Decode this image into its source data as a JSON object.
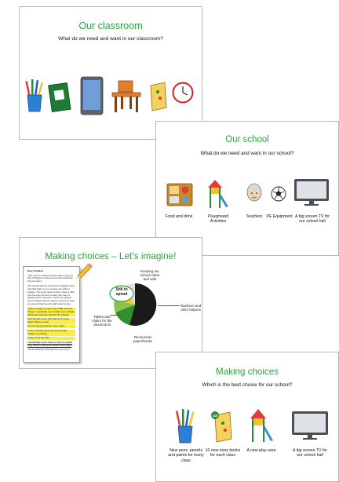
{
  "slide1": {
    "title": "Our classroom",
    "subtitle": "What do we need and want in our classroom?",
    "icons": [
      "pencil-pot-icon",
      "green-book-icon",
      "tablet-icon",
      "desk-chair-icon",
      "storybook-icon",
      "clock-icon"
    ]
  },
  "slide2": {
    "title": "Our school",
    "subtitle": "What do we need and want in our school?",
    "items": [
      {
        "label": "Food and drink",
        "icon": "lunchbox-icon"
      },
      {
        "label": "Playground Activities",
        "icon": "playground-icon"
      },
      {
        "label": "Teachers",
        "icon": "teacher-icon"
      },
      {
        "label": "PE Equipment",
        "icon": "football-icon"
      },
      {
        "label": "A big screen TV for our school hall",
        "icon": "tv-icon"
      }
    ]
  },
  "slide3": {
    "title": "Making choices – Let’s imagine!",
    "letter": [
      "Dear Children",
      "This year in school we have had to pay for lots of things to help you to learn and have fun at school.",
      "Our school does a count has a helpful extra and that helps me to ensure our school budget. The good news is that I have a little bit of money left and I need your help to decide how to spend it. There are always lots of things that we need in school as well as some things we all might want to buy.",
      "I have enough money to do ONE of these things. I would like you to help me to decide which we would be best for the school.",
      "New pencils, pens and paints for every class (There is one)",
      "10 new story books for every class",
      "A new soft play area (for the younger children in school)",
      "A big TV for the hall",
      "I would like each class to tell me which they think is the best choice and why?",
      "I look forward to hearing from you soon."
    ],
    "still_to_spend": "Still to spend",
    "pie": {
      "labels": [
        "Keeping our school clean and safe",
        "Teachers and other helpers",
        "Resources/ paper/books",
        "Tables and chairs for the classrooms"
      ],
      "colors": [
        "#1a1a1a",
        "#2f8f2f",
        "#8bc34a",
        "#f2cf2e",
        "#e0e0e0"
      ]
    }
  },
  "slide4": {
    "title": "Making choices",
    "subtitle": "Which is the best choice for our school?",
    "items": [
      {
        "label": "New pens, pencils and paints for every class",
        "icon": "pencil-pot-icon"
      },
      {
        "label": "10 new story books for each class",
        "icon": "storybook-icon",
        "badge": "x10"
      },
      {
        "label": "A new play area",
        "icon": "playground-icon"
      },
      {
        "label": "A big screen TV for our school hall",
        "icon": "tv-icon"
      }
    ]
  }
}
